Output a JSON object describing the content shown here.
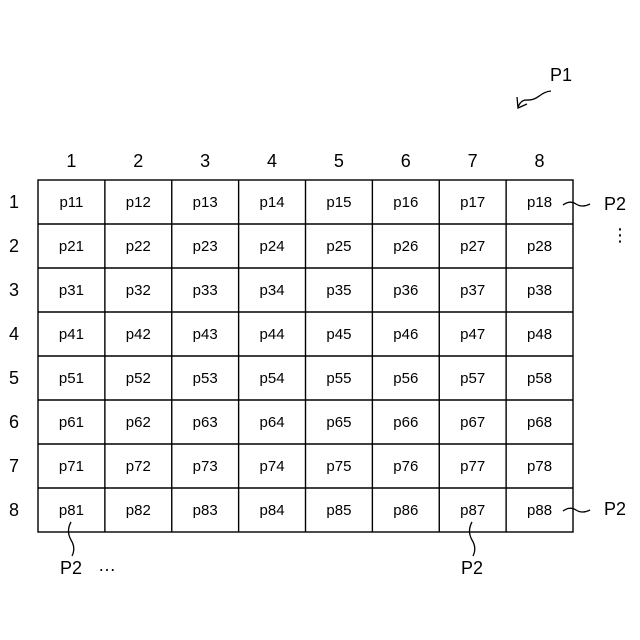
{
  "diagram": {
    "figure_label": "P1",
    "column_labels": [
      "1",
      "2",
      "3",
      "4",
      "5",
      "6",
      "7",
      "8"
    ],
    "row_labels": [
      "1",
      "2",
      "3",
      "4",
      "5",
      "6",
      "7",
      "8"
    ],
    "cells": [
      [
        "p11",
        "p12",
        "p13",
        "p14",
        "p15",
        "p16",
        "p17",
        "p18"
      ],
      [
        "p21",
        "p22",
        "p23",
        "p24",
        "p25",
        "p26",
        "p27",
        "p28"
      ],
      [
        "p31",
        "p32",
        "p33",
        "p34",
        "p35",
        "p36",
        "p37",
        "p38"
      ],
      [
        "p41",
        "p42",
        "p43",
        "p44",
        "p45",
        "p46",
        "p47",
        "p48"
      ],
      [
        "p51",
        "p52",
        "p53",
        "p54",
        "p55",
        "p56",
        "p57",
        "p58"
      ],
      [
        "p61",
        "p62",
        "p63",
        "p64",
        "p65",
        "p66",
        "p67",
        "p68"
      ],
      [
        "p71",
        "p72",
        "p73",
        "p74",
        "p75",
        "p76",
        "p77",
        "p78"
      ],
      [
        "p81",
        "p82",
        "p83",
        "p84",
        "p85",
        "p86",
        "p87",
        "p88"
      ]
    ],
    "callouts": {
      "p18_label": "P2",
      "p88_label": "P2",
      "p81_label": "P2",
      "p87_label": "P2"
    },
    "ellipsis_vertical": "⋮",
    "ellipsis_horizontal": "…"
  }
}
